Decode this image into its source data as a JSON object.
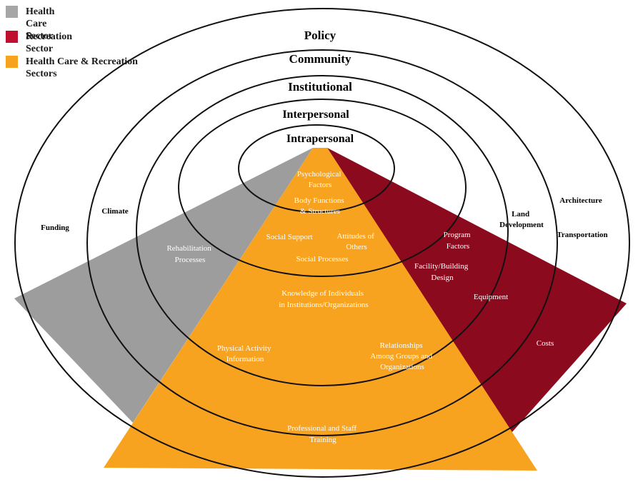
{
  "legend": {
    "items": [
      {
        "label": "Health Care Sector",
        "color": "#a6a6a6"
      },
      {
        "label": "Recreation Sector",
        "color": "#c0102f"
      },
      {
        "label": "Health Care & Recreation Sectors",
        "color": "#f8a31f"
      }
    ]
  },
  "rings": {
    "policy": "Policy",
    "community": "Community",
    "institutional": "Institutional",
    "interpersonal": "Interpersonal",
    "intrapersonal": "Intrapersonal"
  },
  "colors": {
    "health_care": "#9d9d9d",
    "recreation": "#8b0a1d",
    "shared": "#f8a31f",
    "ring_stroke": "#111111"
  },
  "outer_labels": {
    "funding": "Funding",
    "climate": "Climate",
    "architecture": "Architecture",
    "transportation": "Transportation",
    "land_development": [
      "Land",
      "Development"
    ]
  },
  "health_care_labels": {
    "rehabilitation_processes": [
      "Rehabilitation",
      "Processes"
    ]
  },
  "shared_labels": {
    "psychological_factors": [
      "Psychological",
      "Factors"
    ],
    "body_functions": [
      "Body Functions",
      "& Structures"
    ],
    "social_support": [
      "Social Support"
    ],
    "attitudes_of_others": [
      "Attitudes of",
      "Others"
    ],
    "social_processes": [
      "Social Processes"
    ],
    "knowledge": [
      "Knowledge of Individuals",
      "in Institutions/Organizations"
    ],
    "physical_activity_info": [
      "Physical Activity",
      "Information"
    ],
    "relationships": [
      "Relationships",
      "Among Groups and",
      "Organizations"
    ],
    "professional_training": [
      "Professional and Staff",
      "Training"
    ]
  },
  "recreation_labels": {
    "program_factors": [
      "Program",
      "Factors"
    ],
    "facility_design": [
      "Facility/Building",
      "Design"
    ],
    "equipment": [
      "Equipment"
    ],
    "costs": [
      "Costs"
    ]
  }
}
